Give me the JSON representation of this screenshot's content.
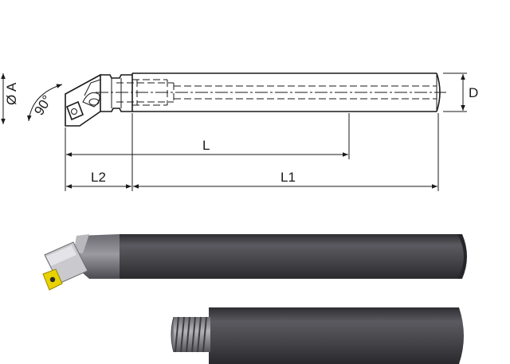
{
  "labels": {
    "diameter_a": "Ø A",
    "angle": "90°",
    "d": "D",
    "l": "L",
    "l1": "L1",
    "l2": "L2"
  },
  "colors": {
    "ink": "#1a1a1a",
    "bar_dark": "#3a3a3e",
    "bar_light": "#8a8a90",
    "insert_yellow": "#e8d200"
  }
}
